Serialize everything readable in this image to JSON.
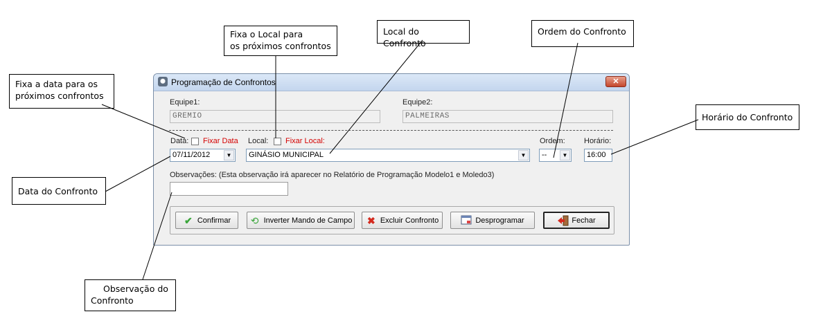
{
  "callouts": {
    "fixa_data": [
      "Fixa a data para os",
      "próximos confrontos"
    ],
    "fixa_local": [
      "Fixa o Local para",
      "os próximos confrontos"
    ],
    "local_confronto": "Local do Confronto",
    "ordem_confronto": "Ordem do Confronto",
    "horario_confronto": "Horário do Confronto",
    "data_confronto": "Data do Confronto",
    "observacao_confronto": [
      "Observação do",
      "Confronto"
    ]
  },
  "window": {
    "title": "Programação de Confrontos",
    "close_label": "✕"
  },
  "form": {
    "equipe1_label": "Equipe1:",
    "equipe1_value": "GREMIO",
    "equipe2_label": "Equipe2:",
    "equipe2_value": "PALMEIRAS",
    "data_label": "Data:",
    "fixar_data_label": "Fixar Data",
    "local_label": "Local:",
    "fixar_local_label": "Fixar Local:",
    "ordem_label": "Ordem:",
    "horario_label": "Horário:",
    "data_value": "07/11/2012",
    "local_value": "GINÁSIO MUNICIPAL",
    "ordem_value": "--",
    "horario_value": "16:00",
    "observacoes_label": "Observações: (Esta observação irá aparecer no Relatório de Programação Modelo1 e Moledo3)",
    "observacoes_value": ""
  },
  "buttons": {
    "confirmar": "Confirmar",
    "inverter": "Inverter Mando de Campo",
    "excluir": "Excluir Confronto",
    "desprogramar": "Desprogramar",
    "fechar": "Fechar"
  },
  "colors": {
    "fixar_text": "#d40000",
    "check_icon": "#3aa53a",
    "excluir_icon": "#d42a1e"
  }
}
